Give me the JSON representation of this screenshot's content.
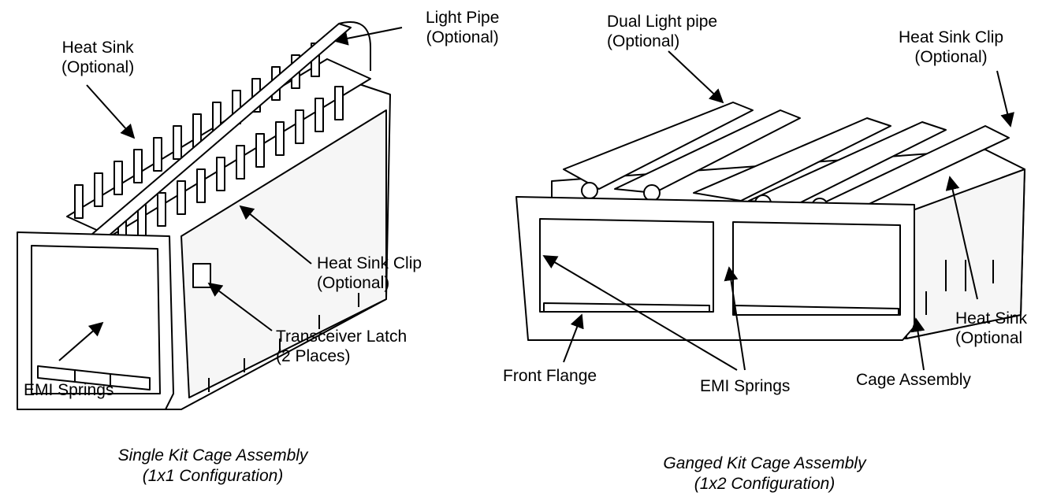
{
  "left_assembly": {
    "labels": {
      "light_pipe": [
        "Light Pipe",
        "(Optional)"
      ],
      "heat_sink": [
        "Heat Sink",
        "(Optional)"
      ],
      "heat_sink_clip": [
        "Heat Sink Clip",
        "(Optional)"
      ],
      "transceiver_latch": [
        "Transceiver Latch",
        "(2 Places)"
      ],
      "emi_springs": "EMI Springs"
    },
    "caption": [
      "Single Kit Cage Assembly",
      "(1x1 Configuration)"
    ]
  },
  "right_assembly": {
    "labels": {
      "dual_light_pipe": [
        "Dual Light pipe",
        "(Optional)"
      ],
      "heat_sink_clip": [
        "Heat Sink Clip",
        "(Optional)"
      ],
      "heat_sink": [
        "Heat Sink",
        "(Optional"
      ],
      "front_flange": "Front Flange",
      "emi_springs": "EMI Springs",
      "cage_assembly": "Cage Assembly"
    },
    "caption": [
      "Ganged Kit Cage Assembly",
      "(1x2 Configuration)"
    ]
  }
}
